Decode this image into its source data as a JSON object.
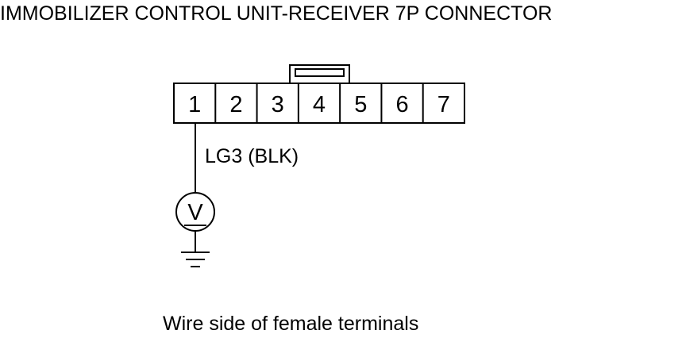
{
  "title": "IMMOBILIZER CONTROL UNIT-RECEIVER 7P CONNECTOR",
  "connector": {
    "terminals": [
      "1",
      "2",
      "3",
      "4",
      "5",
      "6",
      "7"
    ]
  },
  "wire_label": "LG3 (BLK)",
  "meter_symbol": "V",
  "caption": "Wire side of female terminals"
}
